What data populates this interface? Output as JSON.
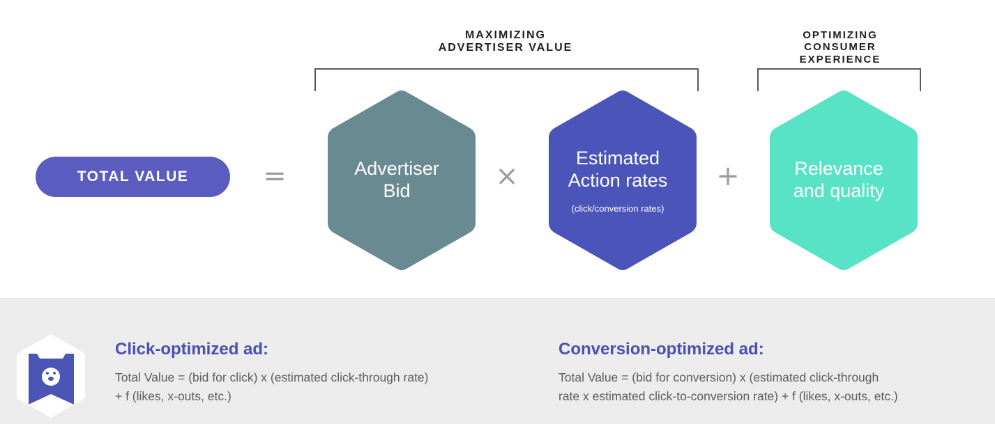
{
  "headings": {
    "advertiser": [
      "MAXIMIZING",
      "ADVERTISER VALUE"
    ],
    "consumer": [
      "OPTIMIZING",
      "CONSUMER",
      "EXPERIENCE"
    ]
  },
  "total_value_label": "TOTAL VALUE",
  "operators": {
    "equals": "=",
    "times": "×",
    "plus": "+"
  },
  "hexagons": {
    "bid": {
      "lines": [
        "Advertiser",
        "Bid"
      ],
      "color": "#6a8a91"
    },
    "rates": {
      "lines": [
        "Estimated",
        "Action rates"
      ],
      "sub": "(click/conversion rates)",
      "color": "#4b55b9"
    },
    "relevance": {
      "lines": [
        "Relevance",
        "and quality"
      ],
      "color": "#58e3c6"
    }
  },
  "colors": {
    "pill": "#5a5cbf",
    "title": "#4a4fb3",
    "panel": "#ececed"
  },
  "logo_icon": "bear-icon",
  "click_ad": {
    "title": "Click-optimized ad:",
    "lines": [
      "Total Value = (bid for click) x (estimated click-through rate)",
      "+ f (likes, x-outs, etc.)"
    ]
  },
  "conversion_ad": {
    "title": "Conversion-optimized ad:",
    "lines": [
      "Total Value = (bid for conversion) x (estimated click-through",
      "rate x estimated click-to-conversion rate) + f (likes, x-outs, etc.)"
    ]
  }
}
